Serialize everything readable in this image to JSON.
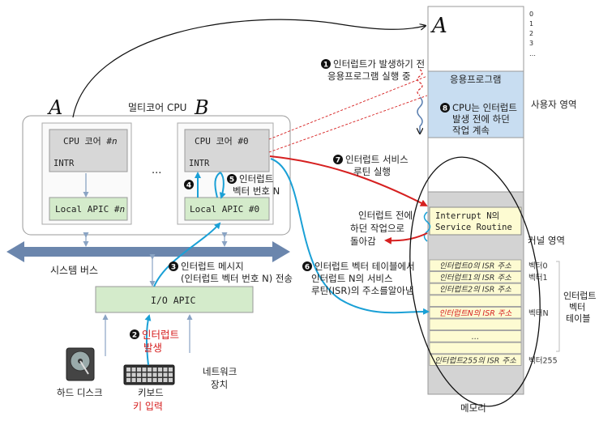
{
  "multicore": {
    "title": "멀티코어 CPU",
    "hand_a": "A",
    "hand_b": "B",
    "ellipsis": "···"
  },
  "core_n": {
    "title_prefix": "CPU 코어 #",
    "title_suffix": "n",
    "intr": "INTR",
    "apic_prefix": "Local APIC #",
    "apic_suffix": "n"
  },
  "core_0": {
    "title": "CPU 코어 #0",
    "intr": "INTR",
    "apic": "Local APIC #0"
  },
  "system_bus": "시스템 버스",
  "io_apic": "I/O APIC",
  "devices": {
    "disk": "하드 디스크",
    "keyboard": "키보드",
    "keyboard_input": "키 입력",
    "network": [
      "네트워크",
      "장치"
    ]
  },
  "steps": {
    "s1": {
      "num": "1",
      "lines": [
        "인터럽트가 발생하기 전",
        "응용프로그램 실행 중"
      ]
    },
    "s2": {
      "num": "2",
      "lines": [
        "인터럽트",
        "발생"
      ]
    },
    "s3": {
      "num": "3",
      "lines": [
        "인터럽트 메시지",
        "(인터럽트 벡터 번호 N) 전송"
      ]
    },
    "s4": {
      "num": "4"
    },
    "s5": {
      "num": "5",
      "lines": [
        "인터럽트",
        "벡터 번호 N"
      ]
    },
    "s6": {
      "num": "6",
      "lines": [
        "인터럽트 벡터 테이블에서",
        "인터럽트 N의 서비스",
        "루틴(ISR)의 주소를알아냄"
      ]
    },
    "s7": {
      "num": "7",
      "lines": [
        "인터럽트 서비스",
        "루틴 실행"
      ]
    },
    "s8": {
      "num": "8",
      "lines": [
        "CPU는 인터럽트",
        "발생 전에 하던",
        "작업 계속"
      ]
    }
  },
  "return_note": [
    "인터럽트 전에",
    "하던 작업으로",
    "돌아감"
  ],
  "memory": {
    "hand_a": "A",
    "address_labels": [
      "0",
      "1",
      "2",
      "3",
      "…"
    ],
    "user_app": "응용프로그램",
    "user_area": "사용자 영역",
    "kernel_area": "커널 영역",
    "isr_lines": [
      "Interrupt N의",
      "Service Routine"
    ],
    "vector_entries": [
      {
        "text": "인터럽트0의 ISR 주소",
        "label": "벡터0",
        "red": false
      },
      {
        "text": "인터럽트1의 ISR 주소",
        "label": "벡터1",
        "red": false
      },
      {
        "text": "인터럽트2의 ISR 주소",
        "label": "",
        "red": false
      },
      {
        "text": "",
        "label": "",
        "red": false
      },
      {
        "text": "인터럽트N의 ISR 주소",
        "label": "벡터N",
        "red": true
      },
      {
        "text": "",
        "label": "",
        "red": false
      },
      {
        "text": "…",
        "label": "",
        "red": false
      },
      {
        "text": "",
        "label": "",
        "red": false
      },
      {
        "text": "인터럽트255의 ISR 주소",
        "label": "벡터255",
        "red": false
      }
    ],
    "vector_table_lines": [
      "인터럽트",
      "벡터",
      "테이블"
    ],
    "caption": "메모리"
  },
  "colors": {
    "blue_arrow": "#1aa0d6",
    "red_arrow": "#d62020",
    "gray_arrow": "#8aa4c4",
    "core_box": "#d7d7d7",
    "apic_box": "#d4ebcb",
    "user_area": "#c8ddf1",
    "kernel_area": "#d3d3d3",
    "isr_fill": "#fdfbd2",
    "bus": "#6b86ad"
  }
}
